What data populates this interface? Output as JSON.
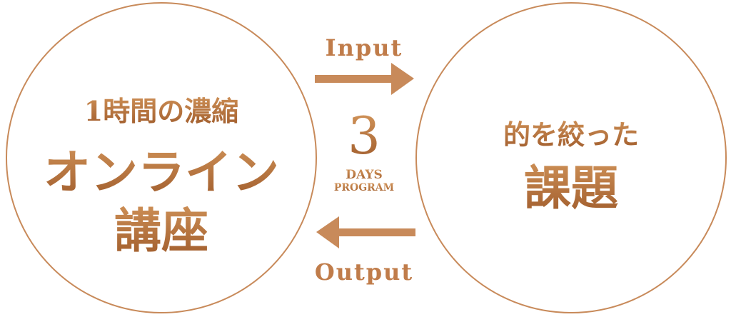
{
  "left": {
    "line1": "1時間の濃縮",
    "line2": "オンライン",
    "line3": "講座"
  },
  "right": {
    "line1": "的を絞った",
    "line2": "課題"
  },
  "center": {
    "number": "3",
    "days": "DAYS",
    "program": "PROGRAM"
  },
  "arrows": {
    "top_label": "Input",
    "bottom_label": "Output"
  },
  "colors": {
    "accent": "#c88a5a"
  }
}
